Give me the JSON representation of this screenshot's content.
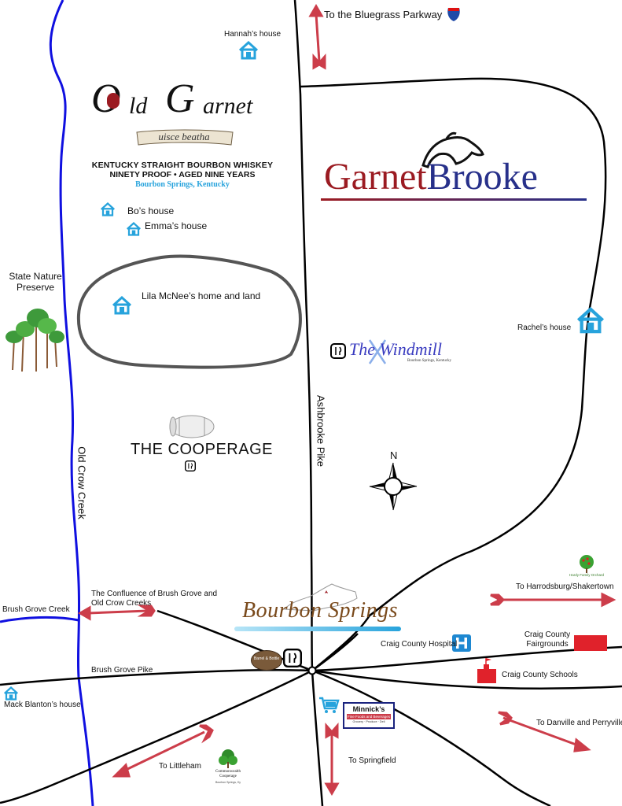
{
  "colors": {
    "road": "#000000",
    "creek": "#1010e0",
    "arrow": "#cc3d4a",
    "house": "#27a3dc",
    "garnet_red": "#9b1b22",
    "garnet_blue": "#27308a",
    "windmill_blue": "#3a3cc0",
    "red_block": "#e0222b",
    "hospital_blue": "#1e88d1",
    "tan": "#7a4a1c"
  },
  "destinations": {
    "bluegrass": "To the Bluegrass Parkway",
    "harrodsburg": "To Harrodsburg/Shakertown",
    "danville": "To Danville and Perryville",
    "springfield": "To Springfield",
    "littleham": "To Littleham"
  },
  "houses": {
    "hannah": "Hannah’s house",
    "bo": "Bo’s house",
    "emma": "Emma’s house",
    "lila": "Lila McNee’s home and land",
    "rachel": "Rachel’s house",
    "mack": "Mack Blanton’s house"
  },
  "places": {
    "nature_preserve": "State Nature\nPreserve",
    "confluence": "The Confluence of Brush Grove and\nOld Crow Creeks",
    "brush_grove_creek": "Brush Grove Creek",
    "brush_grove_pike": "Brush Grove Pike",
    "old_crow_creek": "Old Crow Creek",
    "ashbrooke_pike": "Ashbrooke Pike",
    "hospital": "Craig County Hospital",
    "fairgrounds": "Craig County\nFairgrounds",
    "schools": "Craig County Schools"
  },
  "old_garnet": {
    "title_first": "ld",
    "title_second": "arnet",
    "cap_o": "O",
    "cap_g": "G",
    "banner": "uisce beatha",
    "line1": "KENTUCKY STRAIGHT BOURBON WHISKEY",
    "line2": "NINETY PROOF • AGED NINE YEARS",
    "line3": "Bourbon Springs, Kentucky"
  },
  "garnetbrooke": {
    "part1": "Garnet",
    "part2": "Brooke"
  },
  "windmill": {
    "name": "The Windmill",
    "sub": "Bourbon Springs, Kentucky"
  },
  "cooperage": {
    "name": "THE COOPERAGE"
  },
  "bourbon_springs": {
    "name": "Bourbon Springs"
  },
  "minnicks": {
    "name": "Minnick’s",
    "sub": "Fine Foods and Beverages",
    "sub2": "Grocery · Produce · Deli"
  },
  "orchard": {
    "name": "Hardy Family Orchard"
  },
  "commonwealth": {
    "name": "Commonwealth Cooperage",
    "sub": "Bourbon Springs, Ky"
  },
  "barrel_sign": {
    "name": "Barrel & Bottle"
  },
  "compass": {
    "north": "N"
  },
  "icons": {
    "house": "house-icon",
    "restaurant": "fork-knife-icon",
    "hospital": "hospital-icon",
    "shopping_cart": "shopping-cart-icon",
    "interstate": "interstate-shield-icon",
    "school": "school-icon",
    "compass": "compass-rose-icon",
    "tree": "tree-icon",
    "horse": "horse-head-icon",
    "barrel": "barrel-icon"
  }
}
